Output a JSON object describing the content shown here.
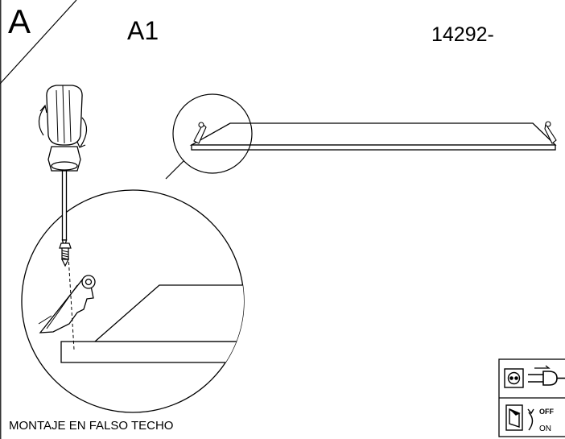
{
  "header": {
    "step_letter": "A",
    "step_code": "A1",
    "product_ref": "14292-"
  },
  "caption": "MONTAJE EN FALSO TECHO",
  "warning_box": {
    "off_label": "OFF",
    "on_label": "ON",
    "icons": [
      "power-socket-icon",
      "plug-icon",
      "rocker-switch-icon",
      "curved-arrow-icon"
    ]
  },
  "colors": {
    "ink": "#000000",
    "paper": "#ffffff"
  }
}
